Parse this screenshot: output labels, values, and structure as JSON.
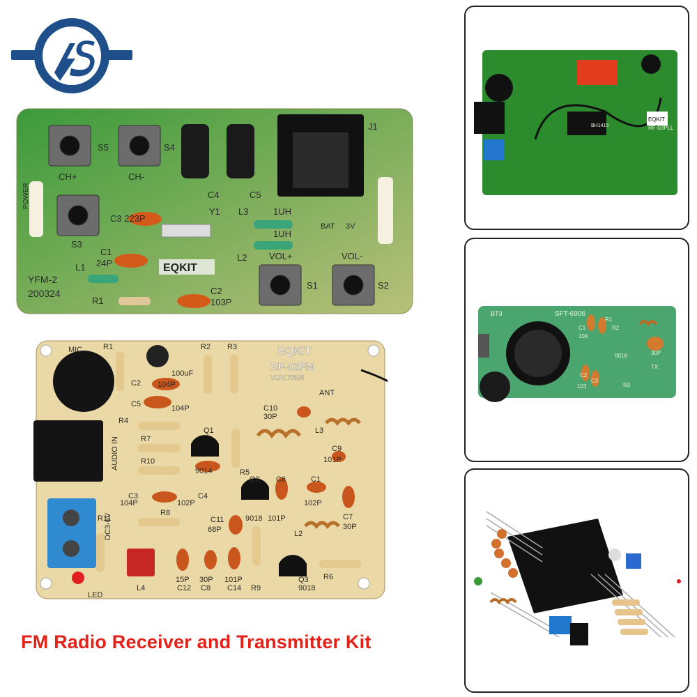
{
  "caption": "FM Radio Receiver and Transmitter Kit",
  "brand": "EQKIT",
  "logo_icon": "lightning-s-logo",
  "colors": {
    "brand_blue": "#1f4f8a",
    "caption_red": "#e32219",
    "pcb_green": "#2f8a2e",
    "pcb_beige": "#e8d9a8"
  },
  "receiver_board": {
    "model": "YFM-2",
    "date": "200324",
    "buttons": [
      "S5",
      "S4",
      "S3",
      "S1",
      "S2"
    ],
    "button_labels": [
      "CH+",
      "CH-",
      "VOL+",
      "VOL-"
    ],
    "caps": [
      "C3 223P",
      "C1",
      "24P",
      "C2",
      "103P",
      "C4",
      "C5"
    ],
    "inductors": [
      "L1",
      "L2",
      "L3",
      "1UH",
      "1UH"
    ],
    "misc": [
      "Y1",
      "R1",
      "J1",
      "POWER",
      "BAT",
      "3V"
    ]
  },
  "transmitter_board": {
    "model": "RF-02FM",
    "version": "VER170525",
    "labels": [
      "MIC",
      "R1",
      "R2",
      "R3",
      "R4",
      "R5",
      "R6",
      "R7",
      "R8",
      "R9",
      "R10",
      "R11",
      "C1",
      "C2",
      "C3",
      "C4",
      "C5",
      "C6",
      "C7",
      "C8",
      "C9",
      "C10",
      "C11",
      "C12",
      "C14",
      "Q1",
      "Q2",
      "Q3",
      "L2",
      "L3",
      "L4",
      "ANT",
      "LED",
      "AUDIO IN",
      "DC3-6V"
    ],
    "values": [
      "100uF",
      "104P",
      "104P",
      "104P",
      "102P",
      "68P",
      "101P",
      "30P",
      "101P",
      "102P",
      "30P",
      "15P",
      "30P",
      "101P",
      "9014",
      "9018",
      "9018"
    ]
  },
  "pll_board": {
    "model": "RF-03PLL",
    "chip": "BH1415"
  },
  "coin_board": {
    "model": "BT3",
    "code": "SFT-6906",
    "parts": [
      "C1",
      "C2",
      "C3",
      "R1",
      "R2",
      "R3",
      "9018",
      "TX",
      "104",
      "103",
      "30P"
    ]
  }
}
